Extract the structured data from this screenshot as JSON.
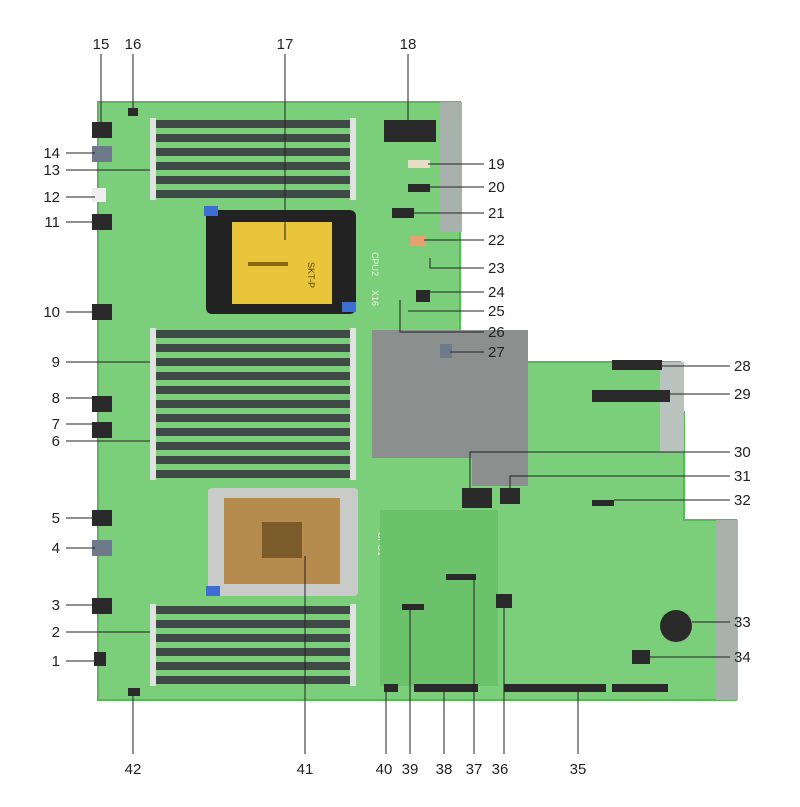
{
  "figure": {
    "colors": {
      "board": "#7ccf7a",
      "board_edge": "#5fb55e",
      "dimm_slot": "#3f4a46",
      "dimm_inner": "#c4c9c4",
      "heatsink": "#8b8f8e",
      "cpu_gold": "#e8c53a",
      "connector": "#2a2a2a",
      "background": "#ffffff"
    },
    "silkscreen": {
      "cpu1": "CPU1",
      "cpu2": "CPU2",
      "socket_marking": "SKT-P",
      "x16_marking": "X16"
    },
    "callouts": [
      "1",
      "2",
      "3",
      "4",
      "5",
      "6",
      "7",
      "8",
      "9",
      "10",
      "11",
      "12",
      "13",
      "14",
      "15",
      "16",
      "17",
      "18",
      "19",
      "20",
      "21",
      "22",
      "23",
      "24",
      "25",
      "26",
      "27",
      "28",
      "29",
      "30",
      "31",
      "32",
      "33",
      "34",
      "35",
      "36",
      "37",
      "38",
      "39",
      "40",
      "41",
      "42"
    ]
  }
}
